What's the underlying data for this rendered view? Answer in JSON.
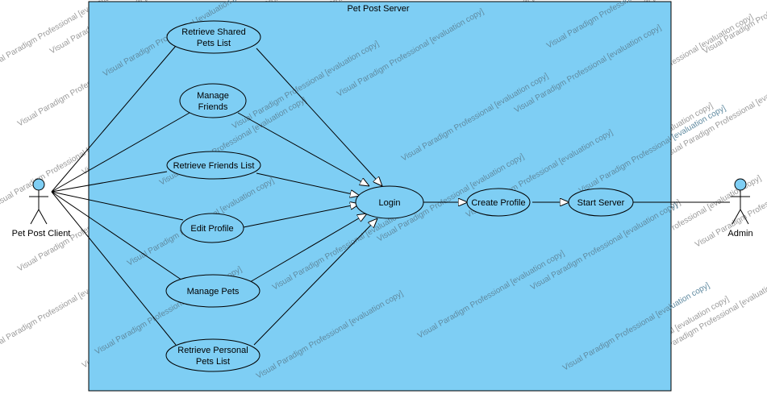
{
  "system": {
    "title": "Pet Post Server"
  },
  "actors": {
    "client": {
      "label": "Pet Post Client"
    },
    "admin": {
      "label": "Admin"
    }
  },
  "use_cases": {
    "retrieve_shared_pets": {
      "line1": "Retrieve Shared",
      "line2": "Pets List"
    },
    "manage_friends": {
      "line1": "Manage",
      "line2": "Friends"
    },
    "retrieve_friends_list": {
      "line1": "Retrieve Friends List"
    },
    "edit_profile": {
      "line1": "Edit Profile"
    },
    "manage_pets": {
      "line1": "Manage Pets"
    },
    "retrieve_personal_pets": {
      "line1": "Retrieve Personal",
      "line2": "Pets List"
    },
    "login": {
      "line1": "Login"
    },
    "create_profile": {
      "line1": "Create Profile"
    },
    "start_server": {
      "line1": "Start Server"
    }
  },
  "watermark": {
    "text": "Visual Paradigm Professional [evaluation copy]"
  },
  "colors": {
    "system_fill": "#7ecef4",
    "usecase_fill": "#7ecef4",
    "actor_fill": "#7ecef4",
    "line": "#000000"
  }
}
